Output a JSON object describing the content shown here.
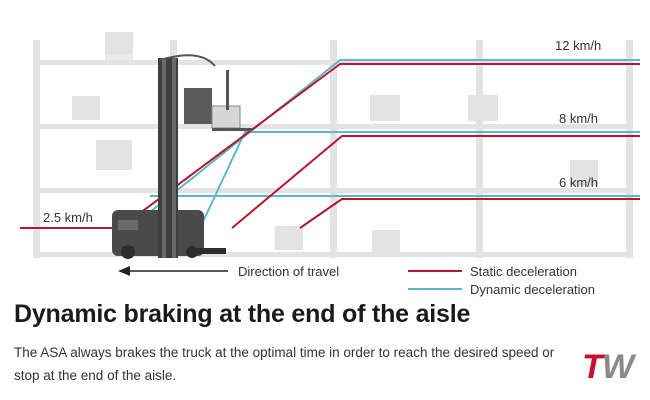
{
  "diagram": {
    "speed_labels": {
      "start": "2.5 km/h",
      "high": "12 km/h",
      "mid": "8 km/h",
      "low": "6 km/h"
    },
    "direction_label": "Direction of travel",
    "legend": {
      "static": "Static deceleration",
      "dynamic": "Dynamic deceleration"
    },
    "colors": {
      "static": "#b5172f",
      "dynamic": "#5bb8c8",
      "rack": "#e3e3e3",
      "truck": "#4a4a4a"
    }
  },
  "headline": "Dynamic braking at the end of the aisle",
  "description": "The ASA always brakes the truck at the optimal time in order to reach the desired speed or stop at the end of the aisle.",
  "logo": {
    "letters": "TW",
    "colors": {
      "t": "#c8102e",
      "w": "#8a8a8a"
    }
  }
}
